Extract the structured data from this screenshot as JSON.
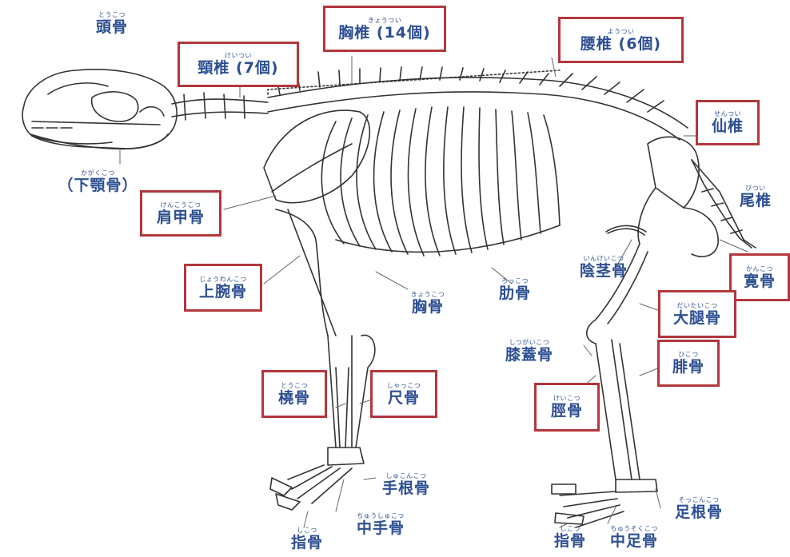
{
  "colors": {
    "label_text": "#2d4f93",
    "highlight_box": "#b2373d",
    "outline": "#333333"
  },
  "labels": {
    "skull": {
      "furigana": "とうこつ",
      "name": "頭骨",
      "boxed": false
    },
    "cervical": {
      "furigana": "けいつい",
      "name": "頸椎 (7個)",
      "boxed": true
    },
    "thoracic": {
      "furigana": "きょうつい",
      "name": "胸椎 (14個)",
      "boxed": true
    },
    "lumbar": {
      "furigana": "ようつい",
      "name": "腰椎 (6個)",
      "boxed": true
    },
    "sacrum": {
      "furigana": "せんつい",
      "name": "仙椎",
      "boxed": true
    },
    "caudal": {
      "furigana": "びつい",
      "name": "尾椎",
      "boxed": false
    },
    "mandible": {
      "furigana": "かがくこつ",
      "name": "（下顎骨）",
      "boxed": false
    },
    "scapula": {
      "furigana": "けんこうこつ",
      "name": "肩甲骨",
      "boxed": true
    },
    "humerus": {
      "furigana": "じょうわんこつ",
      "name": "上腕骨",
      "boxed": true
    },
    "sternum": {
      "furigana": "きょうこつ",
      "name": "胸骨",
      "boxed": false
    },
    "ribs": {
      "furigana": "ろっこつ",
      "name": "肋骨",
      "boxed": false
    },
    "baculum": {
      "furigana": "いんけいこつ",
      "name": "陰茎骨",
      "boxed": false
    },
    "hip": {
      "furigana": "かんこつ",
      "name": "寛骨",
      "boxed": true
    },
    "femur": {
      "furigana": "だいたいこつ",
      "name": "大腿骨",
      "boxed": true
    },
    "patella": {
      "furigana": "しつがいこつ",
      "name": "膝蓋骨",
      "boxed": false
    },
    "fibula": {
      "furigana": "ひこつ",
      "name": "腓骨",
      "boxed": true
    },
    "radius": {
      "furigana": "とうこつ",
      "name": "橈骨",
      "boxed": true
    },
    "ulna": {
      "furigana": "しゃっこつ",
      "name": "尺骨",
      "boxed": true
    },
    "tibia": {
      "furigana": "けいこつ",
      "name": "脛骨",
      "boxed": true
    },
    "carpals": {
      "furigana": "しゅこんこつ",
      "name": "手根骨",
      "boxed": false
    },
    "metacarpals": {
      "furigana": "ちゅうしゅこつ",
      "name": "中手骨",
      "boxed": false
    },
    "front_phalanges": {
      "furigana": "しこつ",
      "name": "指骨",
      "boxed": false
    },
    "tarsals": {
      "furigana": "そっこんこつ",
      "name": "足根骨",
      "boxed": false
    },
    "hind_phalanges": {
      "furigana": "しこつ",
      "name": "指骨",
      "boxed": false
    },
    "metatarsals": {
      "furigana": "ちゅうそくこつ",
      "name": "中足骨",
      "boxed": false
    }
  }
}
